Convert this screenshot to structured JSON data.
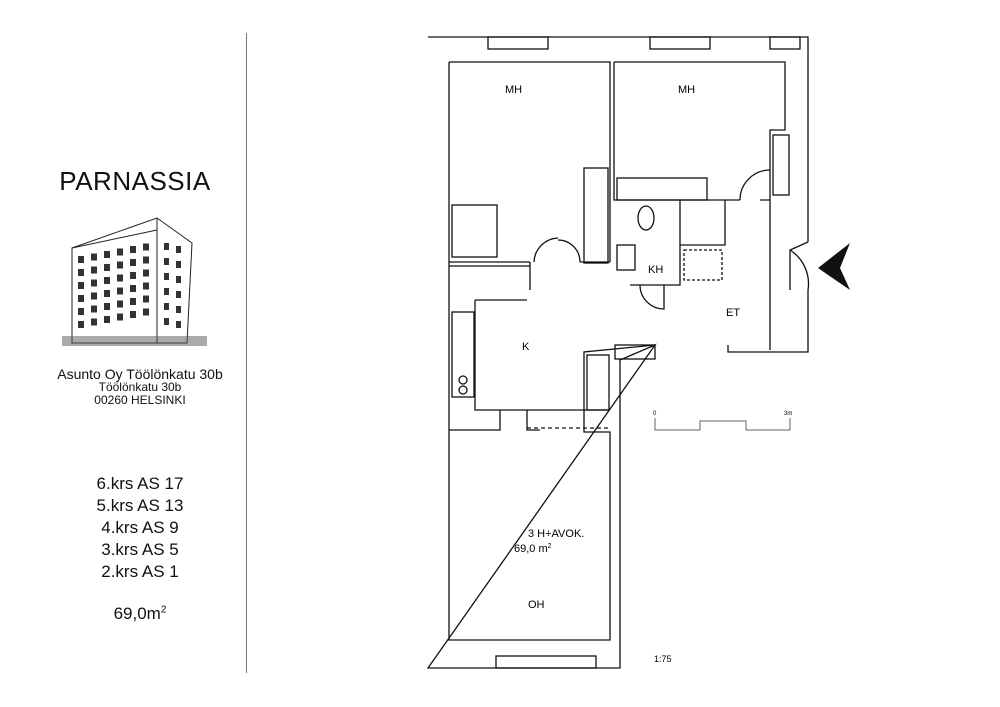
{
  "title": "PARNASSIA",
  "address": {
    "company": "Asunto Oy Töölönkatu 30b",
    "street": "Töölönkatu 30b",
    "city": "00260 HELSINKI"
  },
  "apartments": [
    "6.krs AS 17",
    "5.krs AS 13",
    "4.krs AS 9",
    "3.krs AS 5",
    "2.krs AS 1"
  ],
  "area": {
    "value": "69,0m",
    "sup": "2"
  },
  "plan": {
    "rooms": {
      "mh1": "MH",
      "mh2": "MH",
      "kh": "KH",
      "et": "ET",
      "k": "K",
      "oh": "OH"
    },
    "apartment_type": "3 H+AVOK.",
    "apartment_area": "69,0 m",
    "apartment_area_sup": "2",
    "scale_bar": {
      "start": "0",
      "end": "3m"
    },
    "scale": "1:75"
  }
}
